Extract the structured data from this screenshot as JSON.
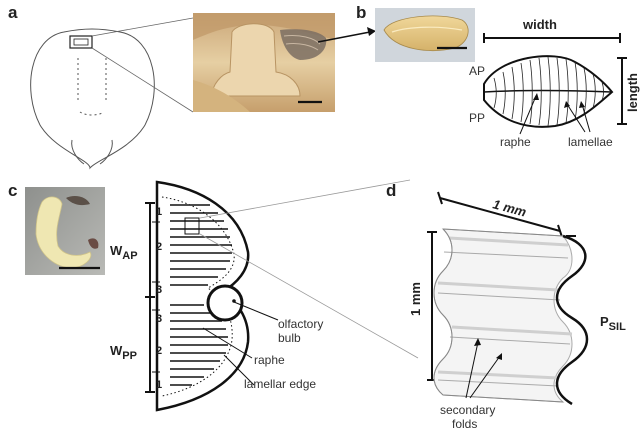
{
  "panels": {
    "a": {
      "letter": "a"
    },
    "b": {
      "letter": "b",
      "width_label": "width",
      "length_label": "length",
      "ap_label": "AP",
      "pp_label": "PP",
      "raphe_label": "raphe",
      "lamellae_label": "lamellae"
    },
    "c": {
      "letter": "c",
      "w_ap_main": "W",
      "w_ap_sub": "AP",
      "w_pp_main": "W",
      "w_pp_sub": "PP",
      "ap_numbers": [
        "1",
        "2",
        "3"
      ],
      "pp_numbers": [
        "3",
        "2",
        "1"
      ],
      "olfactory_bulb_line1": "olfactory",
      "olfactory_bulb_line2": "bulb",
      "raphe_label": "raphe",
      "lamellar_edge_label": "lamellar edge"
    },
    "d": {
      "letter": "d",
      "scale_h": "1 mm",
      "scale_v": "1 mm",
      "p_sil_main": "P",
      "p_sil_sub": "SIL",
      "secondary_line1": "secondary",
      "secondary_line2": "folds"
    }
  },
  "colors": {
    "photo_tan": "#d9b98a",
    "photo_bg_gray": "#a6a8a6",
    "outline": "#1a1a1a"
  }
}
